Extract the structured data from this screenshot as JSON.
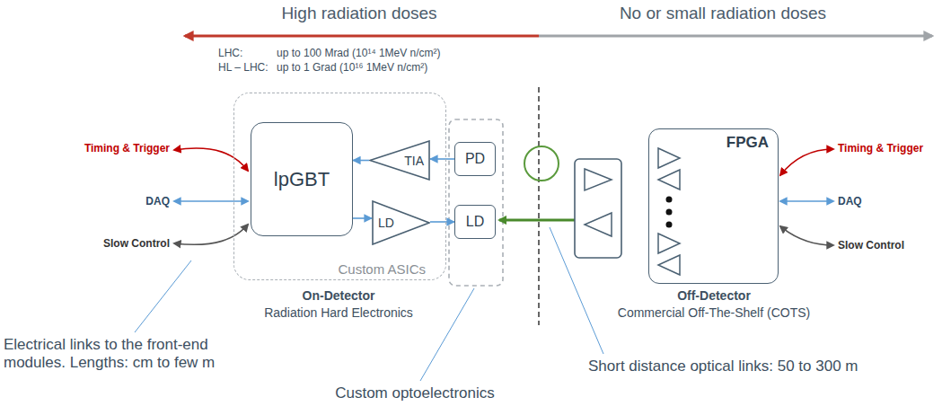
{
  "diagram": {
    "nodes": [
      {
        "text": [
          "Custom ASICs"
        ]
      },
      {
        "text": [
          "lpGBT"
        ],
        "in": 0
      },
      {
        "text": [
          "TIA"
        ],
        "in": 0
      },
      {
        "text": [
          "LD"
        ],
        "in": 0
      },
      {
        "text": [
          "PD"
        ]
      },
      {
        "text": [
          "LD"
        ]
      },
      {
        "text": [
          "FPGA"
        ]
      }
    ],
    "edges": [
      {
        "from": 4,
        "to": 2,
        "arrow": "to"
      },
      {
        "from": 2,
        "to": 1,
        "arrow": "to"
      },
      {
        "from": 1,
        "to": 3,
        "arrow": "to"
      },
      {
        "from": 3,
        "to": 5,
        "arrow": "to"
      }
    ],
    "labels": [
      "High radiation doses",
      "No or small radiation doses",
      "LHC:",
      "up to 100 Mrad (10¹⁴ 1MeV n/cm²)",
      "HL – LHC:",
      "up to 1 Grad (10¹⁶ 1MeV n/cm²)",
      "Timing & Trigger",
      "DAQ",
      "Slow Control",
      "On-Detector",
      "Radiation Hard Electronics",
      "Timing & Trigger",
      "DAQ",
      "Slow Control",
      "Off-Detector",
      "Commercial Off-The-Shelf (COTS)",
      "Electrical links to the front-end modules. Lengths: cm to few m",
      "Custom optoelectronics",
      "Short distance optical links: 50 to 300 m"
    ]
  }
}
